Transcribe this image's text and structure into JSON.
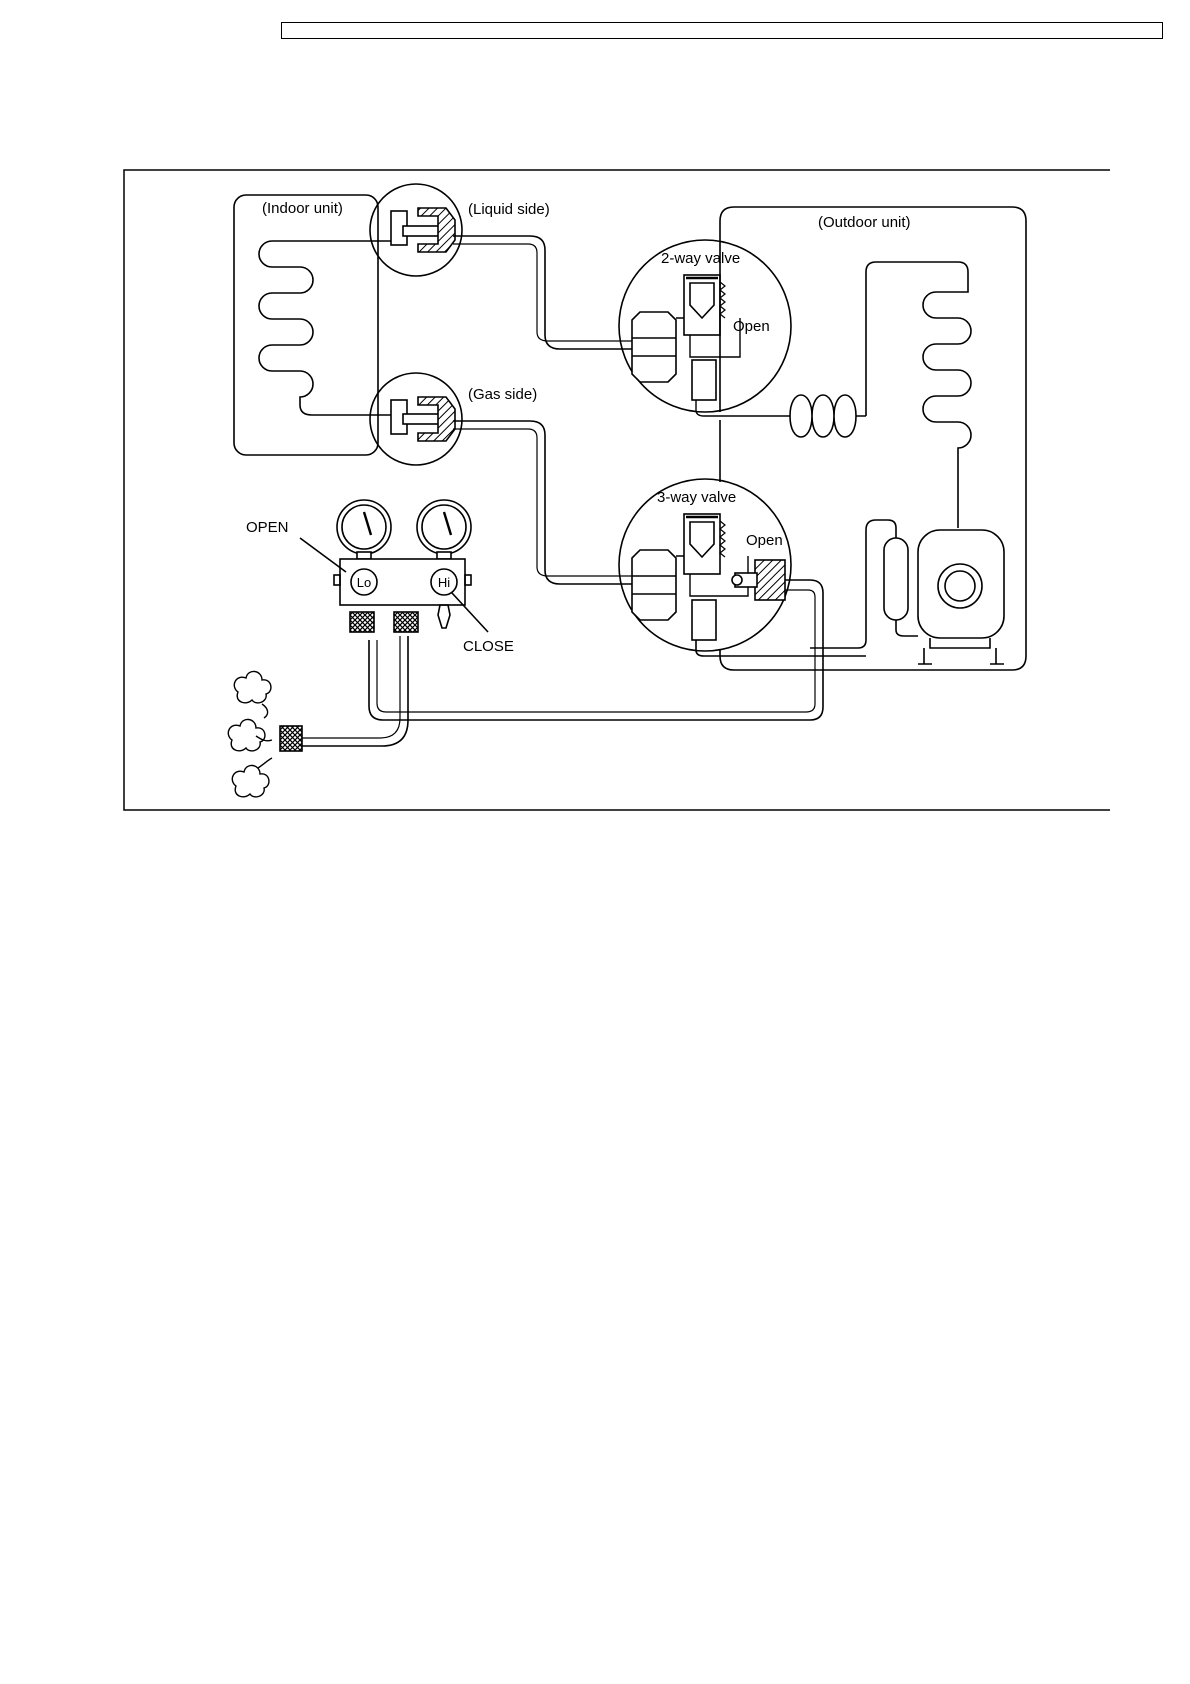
{
  "labels": {
    "indoor_unit": "(Indoor unit)",
    "liquid_side": "(Liquid side)",
    "gas_side": "(Gas side)",
    "outdoor_unit": "(Outdoor unit)",
    "two_way_valve": "2-way valve",
    "three_way_valve": "3-way valve",
    "two_way_open": "Open",
    "three_way_open": "Open",
    "open": "OPEN",
    "close": "CLOSE",
    "lo": "Lo",
    "hi": "Hi"
  },
  "colors": {
    "line": "#000000",
    "background": "#ffffff"
  }
}
